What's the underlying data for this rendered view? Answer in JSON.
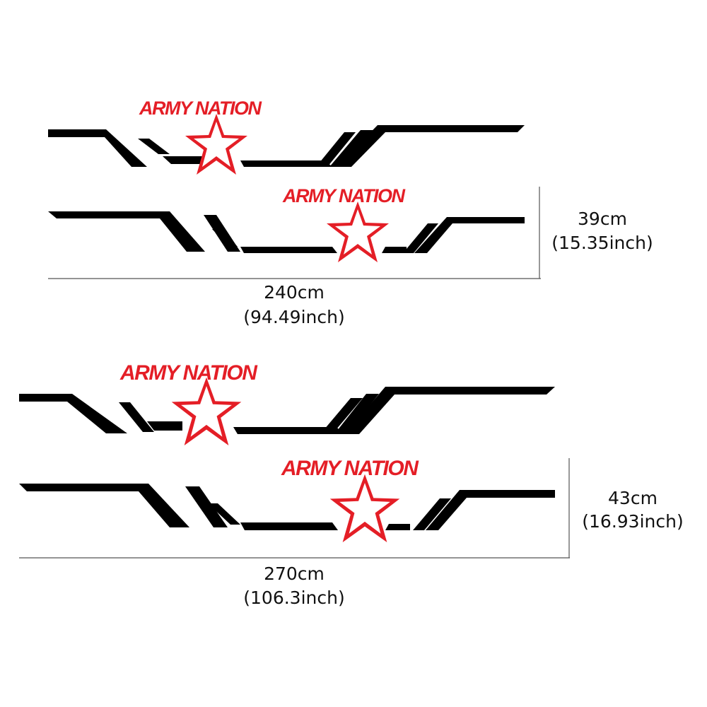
{
  "colors": {
    "stripe": "#000000",
    "brand": "#e41e26",
    "dimension_line": "#555555",
    "text": "#111111"
  },
  "set_small": {
    "logo_top": "ARMY NATION",
    "logo_bottom": "ARMY NATION",
    "height_cm": "39cm",
    "height_inch": "(15.35inch)",
    "width_cm": "240cm",
    "width_inch": "(94.49inch)"
  },
  "set_large": {
    "logo_top": "ARMY NATION",
    "logo_bottom": "ARMY NATION",
    "height_cm": "43cm",
    "height_inch": "(16.93inch)",
    "width_cm": "270cm",
    "width_inch": "(106.3inch)"
  },
  "icons": {
    "star": "star-icon"
  }
}
